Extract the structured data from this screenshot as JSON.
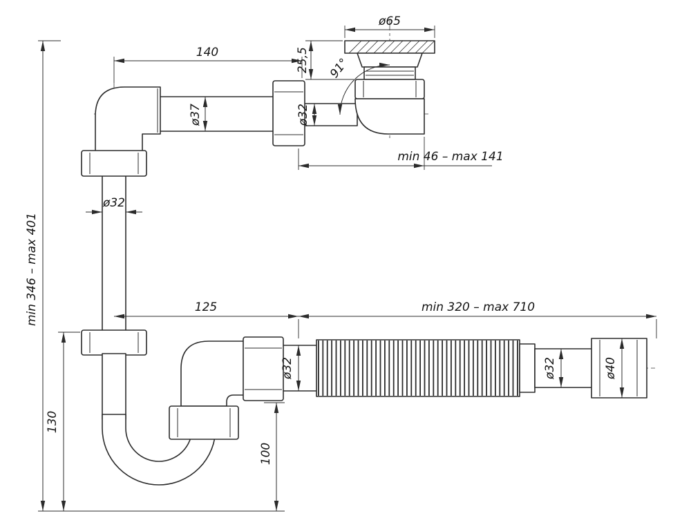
{
  "drawing": {
    "kind": "technical-dimension-drawing",
    "colors": {
      "line": "#2b2b2b",
      "background": "#ffffff"
    },
    "labels": {
      "strainer_diameter": "ø65",
      "strainer_height": "25,5",
      "elbow_angle": "91°",
      "top_pipe_length": "140",
      "top_pipe_diameter": "ø37",
      "top_outlet_diameter": "ø32",
      "drain_horizontal_range": "min 46 – max 141",
      "overall_height_range": "min 346 – max 401",
      "vertical_pipe_diameter": "ø32",
      "trap_offset_length": "125",
      "flex_hose_range": "min 320 – max 710",
      "trap_depth": "130",
      "outlet_drop": "100",
      "hose_inlet_diameter": "ø32",
      "hose_pipe_diameter": "ø32",
      "hose_end_diameter": "ø40"
    }
  }
}
